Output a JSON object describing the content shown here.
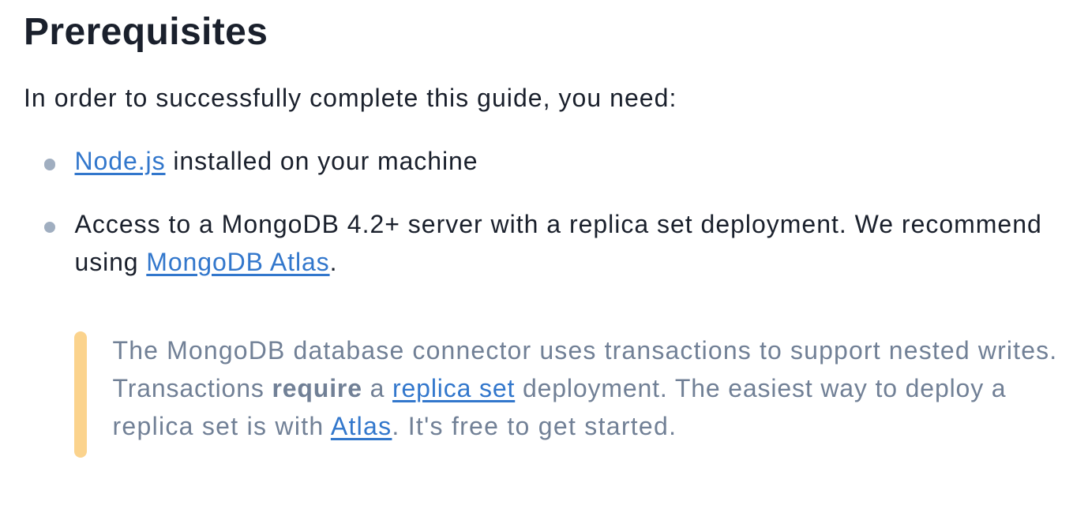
{
  "colors": {
    "heading": "#1a202c",
    "body": "#1a202c",
    "link": "#3277cc",
    "muted": "#718096",
    "bullet": "#a0aec0",
    "callout_bar": "#fbd38d",
    "background": "#ffffff"
  },
  "heading": {
    "text": "Prerequisites"
  },
  "intro": {
    "text": "In order to successfully complete this guide, you need:"
  },
  "list": {
    "items": [
      {
        "lines": [
          [
            {
              "type": "link",
              "text": "Node.js"
            },
            {
              "type": "text",
              "text": " installed on your machine"
            }
          ]
        ]
      },
      {
        "lines": [
          [
            {
              "type": "text",
              "text": "Access to a MongoDB 4.2+ server with a replica set deployment. We recommend"
            }
          ],
          [
            {
              "type": "text",
              "text": "using "
            },
            {
              "type": "link",
              "text": "MongoDB Atlas"
            },
            {
              "type": "text",
              "text": "."
            }
          ]
        ]
      }
    ]
  },
  "callout": {
    "lines": [
      [
        {
          "type": "text",
          "text": "The MongoDB database connector uses transactions to support nested writes."
        }
      ],
      [
        {
          "type": "text",
          "text": "Transactions "
        },
        {
          "type": "bold",
          "text": "require"
        },
        {
          "type": "text",
          "text": " a "
        },
        {
          "type": "link",
          "text": "replica set"
        },
        {
          "type": "text",
          "text": " deployment. The easiest way to deploy a"
        }
      ],
      [
        {
          "type": "text",
          "text": "replica set is with "
        },
        {
          "type": "link",
          "text": "Atlas"
        },
        {
          "type": "text",
          "text": ". It's free to get started."
        }
      ]
    ]
  }
}
